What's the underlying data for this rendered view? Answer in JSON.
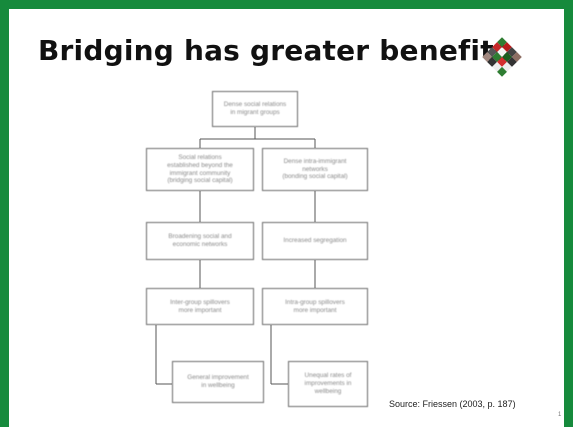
{
  "slide": {
    "title": "Bridging has greater benefits",
    "source": "Source: Friessen (2003, p. 187)",
    "slide_number": "1"
  },
  "colors": {
    "border": "#168a3c",
    "box_border": "#6a6a6a",
    "box_text": "#8a8a8a"
  },
  "logo": {
    "icon": "patchwork-quilt-logo-icon"
  },
  "diagram": {
    "top": "Dense social relations\nin migrant groups",
    "left": [
      "Social relations\nestablished beyond the\nimmigrant community\n(bridging social capital)",
      "Broadening social and\neconomic networks",
      "Inter-group spillovers\nmore important",
      "General improvement\nin wellbeing"
    ],
    "right": [
      "Dense intra-immigrant\nnetworks\n(bonding social capital)",
      "Increased segregation",
      "Intra-group spillovers\nmore important",
      "Unequal rates of\nimprovements in\nwellbeing"
    ]
  }
}
